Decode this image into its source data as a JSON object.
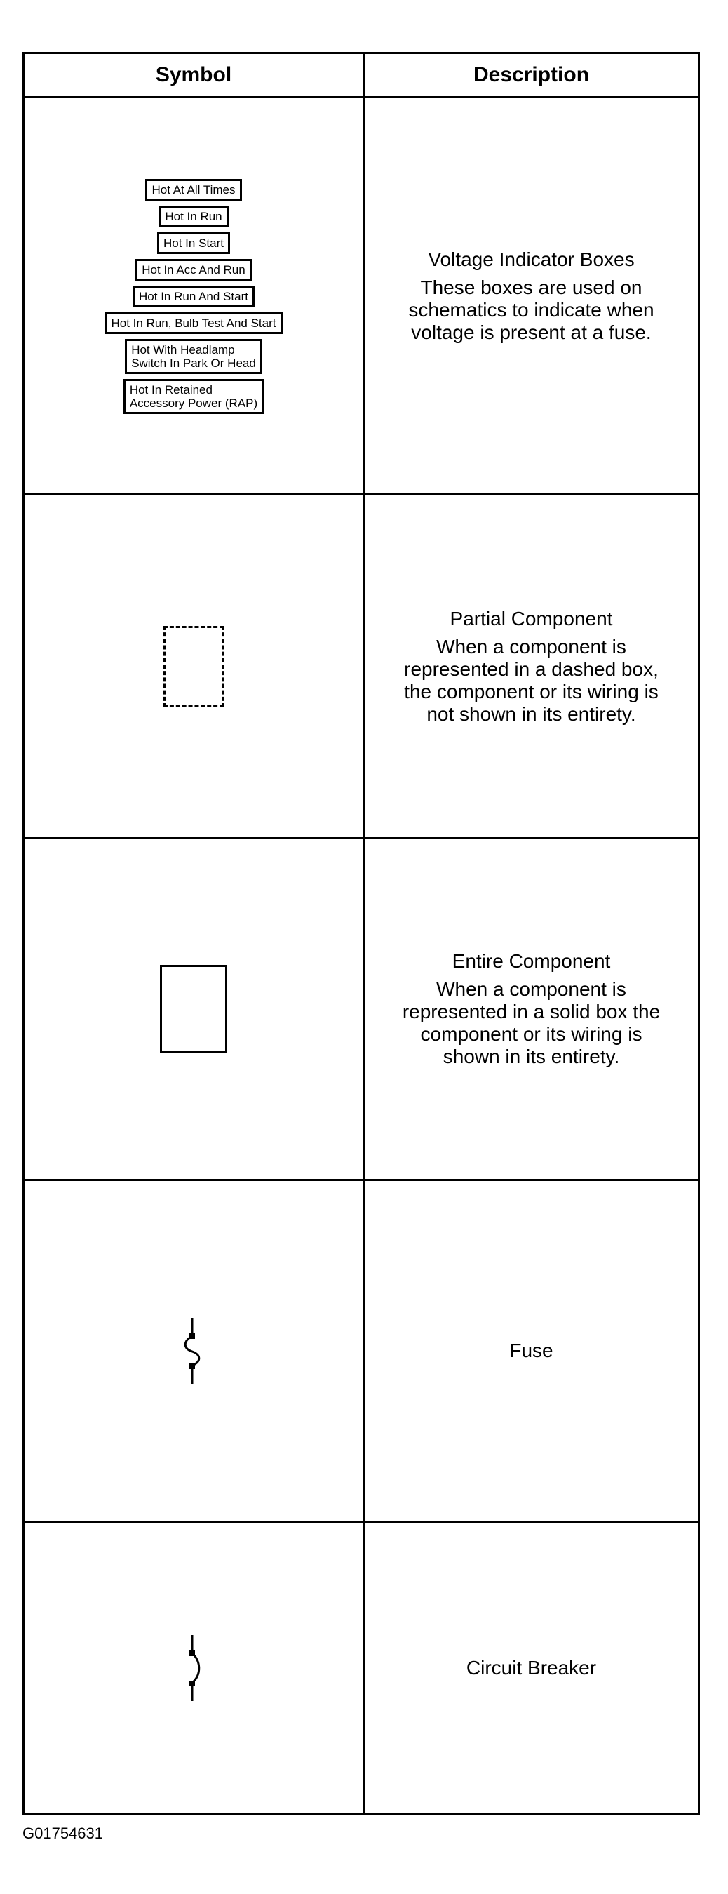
{
  "table": {
    "header": {
      "symbol": "Symbol",
      "description": "Description"
    },
    "rows": [
      {
        "symbol_boxes": [
          [
            "Hot At All Times"
          ],
          [
            "Hot In Run"
          ],
          [
            "Hot In Start"
          ],
          [
            "Hot In Acc And Run"
          ],
          [
            "Hot In Run And Start"
          ],
          [
            "Hot In Run, Bulb Test And Start"
          ],
          [
            "Hot With Headlamp",
            "Switch In Park Or Head"
          ],
          [
            "Hot In Retained",
            "Accessory Power (RAP)"
          ]
        ],
        "title": "Voltage Indicator Boxes",
        "body": "These boxes are used on schematics to indicate when voltage is present at a fuse."
      },
      {
        "symbol_icon": "dashed-box-icon",
        "title": "Partial Component",
        "body": "When a component is represented in a dashed box, the component or its wiring is not shown in its entirety."
      },
      {
        "symbol_icon": "solid-box-icon",
        "title": "Entire Component",
        "body": "When a component is represented in a solid box the component or its wiring is shown in its entirety."
      },
      {
        "symbol_icon": "fuse-icon",
        "title": "Fuse",
        "body": ""
      },
      {
        "symbol_icon": "circuit-breaker-icon",
        "title": "Circuit Breaker",
        "body": ""
      }
    ]
  },
  "figure_id": "G01754631"
}
